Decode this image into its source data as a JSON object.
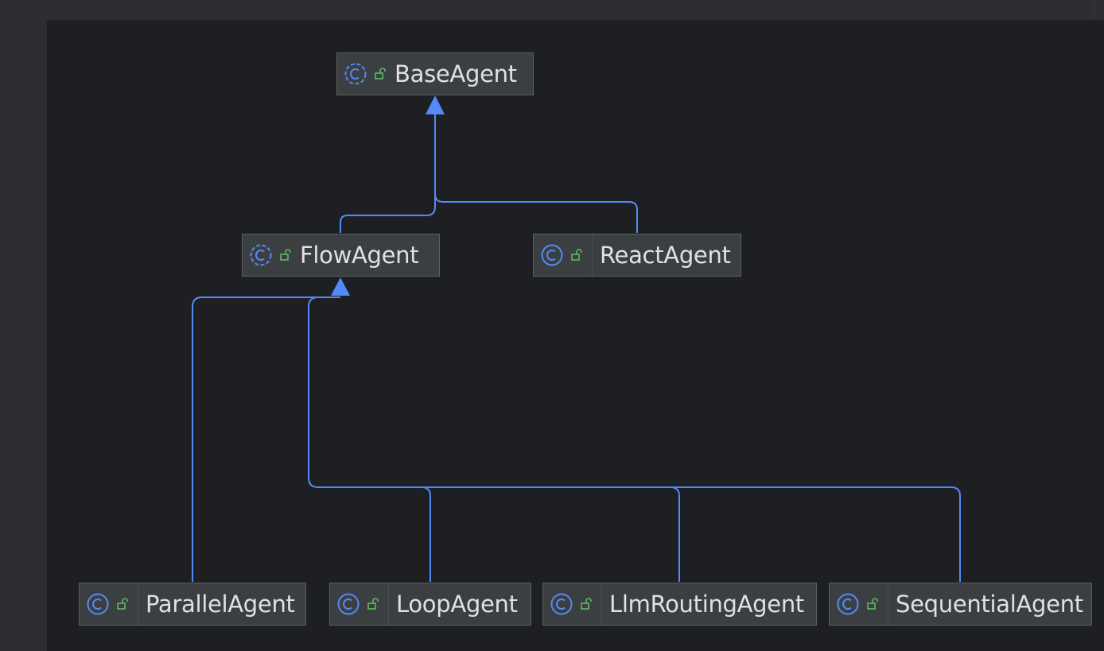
{
  "diagram": {
    "nodes": [
      {
        "id": "base",
        "label": "BaseAgent",
        "kind": "abstract-class"
      },
      {
        "id": "flow",
        "label": "FlowAgent",
        "kind": "abstract-class"
      },
      {
        "id": "react",
        "label": "ReactAgent",
        "kind": "class"
      },
      {
        "id": "parallel",
        "label": "ParallelAgent",
        "kind": "class"
      },
      {
        "id": "loop",
        "label": "LoopAgent",
        "kind": "class"
      },
      {
        "id": "llmrouting",
        "label": "LlmRoutingAgent",
        "kind": "class"
      },
      {
        "id": "sequential",
        "label": "SequentialAgent",
        "kind": "class"
      }
    ],
    "edges": [
      {
        "from": "flow",
        "to": "base",
        "type": "inheritance"
      },
      {
        "from": "react",
        "to": "base",
        "type": "inheritance"
      },
      {
        "from": "parallel",
        "to": "flow",
        "type": "inheritance"
      },
      {
        "from": "loop",
        "to": "flow",
        "type": "inheritance"
      },
      {
        "from": "llmrouting",
        "to": "flow",
        "type": "inheritance"
      },
      {
        "from": "sequential",
        "to": "flow",
        "type": "inheritance"
      }
    ]
  },
  "icons": {
    "class": "class-icon",
    "abstract": "abstract-class-icon",
    "visibility": "public-lock-icon"
  },
  "colors": {
    "edge": "#548af7",
    "icon_blue": "#548af7",
    "icon_green": "#5fb865",
    "node_bg": "#3c3f41",
    "canvas_bg": "#1e1f22"
  }
}
